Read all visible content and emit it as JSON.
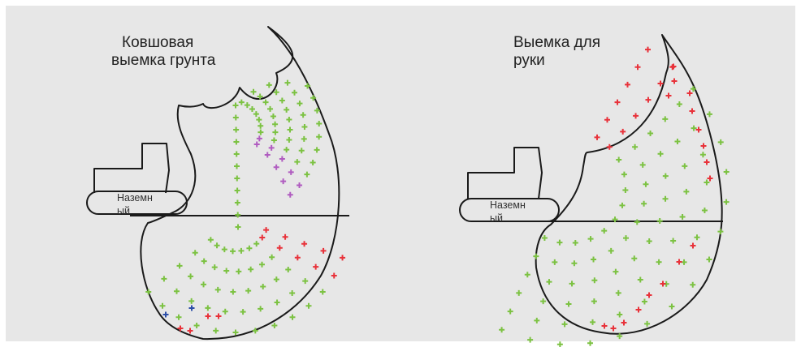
{
  "colors": {
    "background": "#e7e7e7",
    "outline": "#1a1a1a",
    "green": "#7cc242",
    "red": "#e8323a",
    "purple": "#b05cc0",
    "blue": "#2c4ea8"
  },
  "left_diagram": {
    "title_line1": "Ковшовая",
    "title_line2": "выемка грунта",
    "ground_label_line1": "Наземн",
    "ground_label_line2": "ый"
  },
  "right_diagram": {
    "title_line1": "Выемка для",
    "title_line2": "руки",
    "ground_label_line1": "Наземн",
    "ground_label_line2": "ый"
  }
}
